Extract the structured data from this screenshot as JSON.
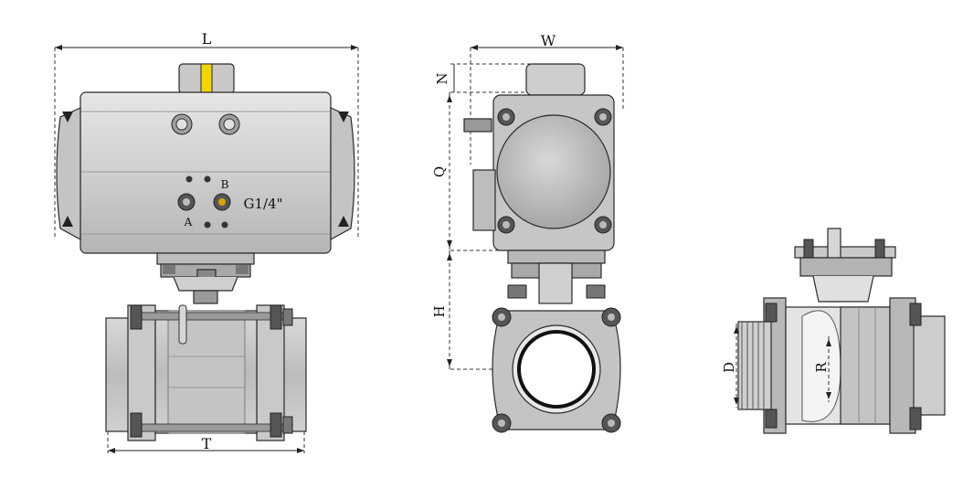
{
  "labels": {
    "L": "L",
    "W": "W",
    "N": "N",
    "Q": "Q",
    "H": "H",
    "T": "T",
    "D": "D",
    "R": "R",
    "port_a": "A",
    "port_b": "B",
    "thread": "G1/4\""
  },
  "colors": {
    "body_light": "#d4d4d4",
    "body_mid": "#bdbdbd",
    "body_dark": "#8c8c8c",
    "indicator": "#f2d600",
    "outline": "#2a2a2a"
  }
}
